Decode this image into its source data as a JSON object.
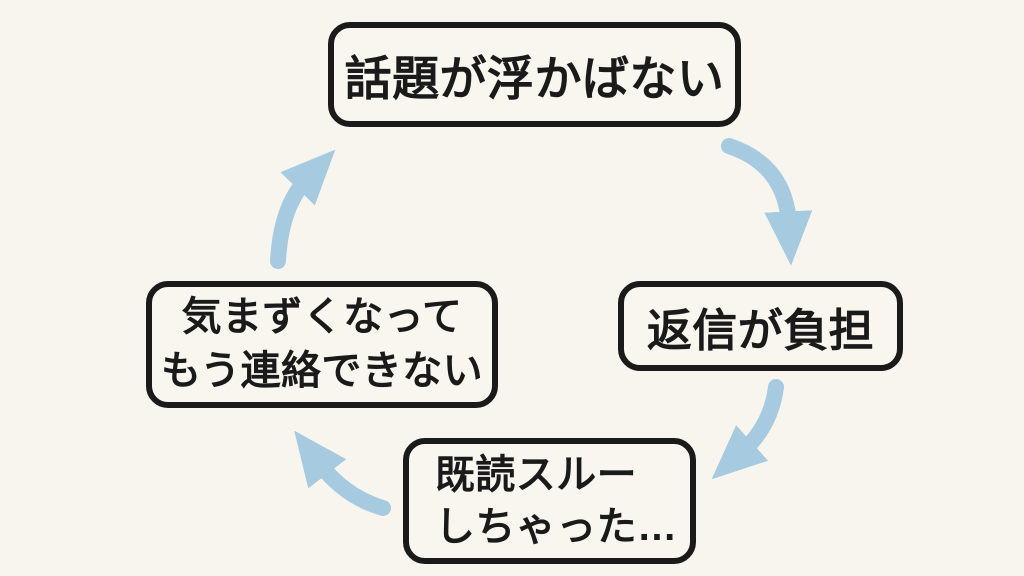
{
  "diagram": {
    "type": "cycle",
    "nodes": {
      "top": {
        "lines": [
          "話題が浮かばない"
        ]
      },
      "right": {
        "lines": [
          "返信が負担"
        ]
      },
      "bottom": {
        "lines": [
          "既読スルー",
          "しちゃった…"
        ]
      },
      "left": {
        "lines": [
          "気まずくなって",
          "もう連絡できない"
        ]
      }
    },
    "arrows": [
      {
        "from": "top",
        "to": "right"
      },
      {
        "from": "right",
        "to": "bottom"
      },
      {
        "from": "bottom",
        "to": "left"
      },
      {
        "from": "left",
        "to": "top"
      }
    ],
    "colors": {
      "background": "#F8F5EE",
      "node_fill": "#F8F6EF",
      "node_border": "#1A1A1A",
      "text": "#1A1A1A",
      "arrow": "#A6CADF"
    }
  }
}
